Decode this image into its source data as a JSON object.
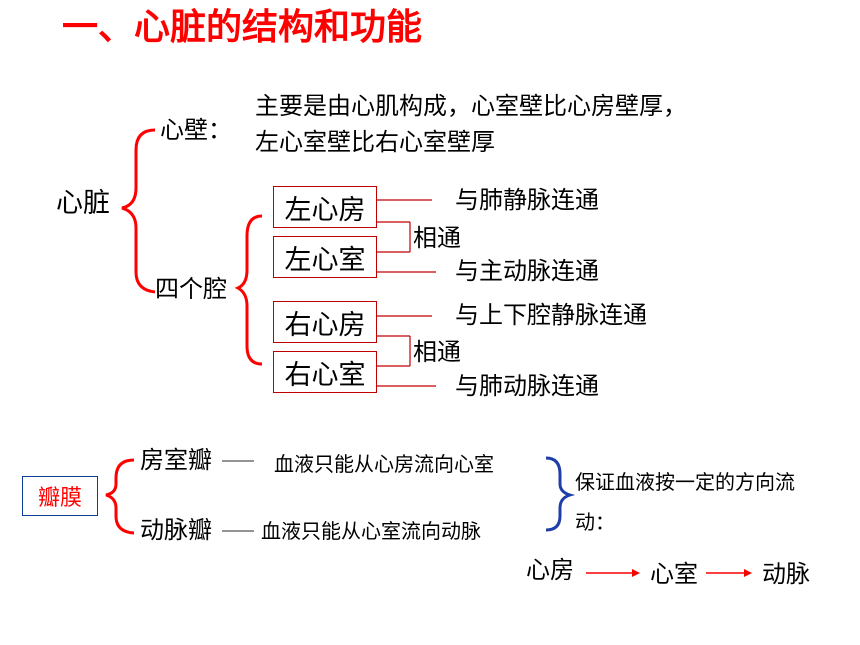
{
  "title": "一、心脏的结构和功能",
  "heart": "心脏",
  "wall": {
    "label": "心壁：",
    "line1": "主要是由心肌构成，心室壁比心房壁厚，",
    "line2": "左心室壁比右心室壁厚"
  },
  "chambers": {
    "label": "四个腔",
    "left_atrium": "左心房",
    "left_ventricle": "左心室",
    "right_atrium": "右心房",
    "right_ventricle": "右心室",
    "connected_left": "相通",
    "connected_right": "相通",
    "la_link": "与肺静脉连通",
    "lv_link": "与主动脉连通",
    "ra_link": "与上下腔静脉连通",
    "rv_link": "与肺动脉连通"
  },
  "valves": {
    "label": "瓣膜",
    "av_valve": "房室瓣",
    "arterial_valve": "动脉瓣",
    "av_desc": "血液只能从心房流向心室",
    "arterial_desc": "血液只能从心室流向动脉",
    "function": "保证血液按一定的方向流动：",
    "flow": [
      "心房",
      "心室",
      "动脉"
    ]
  },
  "colors": {
    "title": "#ff0000",
    "bracket": "#ff0000",
    "box_border": "#c00000",
    "flow_arrow": "#ff0000",
    "right_brace": "#1f3fa8"
  }
}
